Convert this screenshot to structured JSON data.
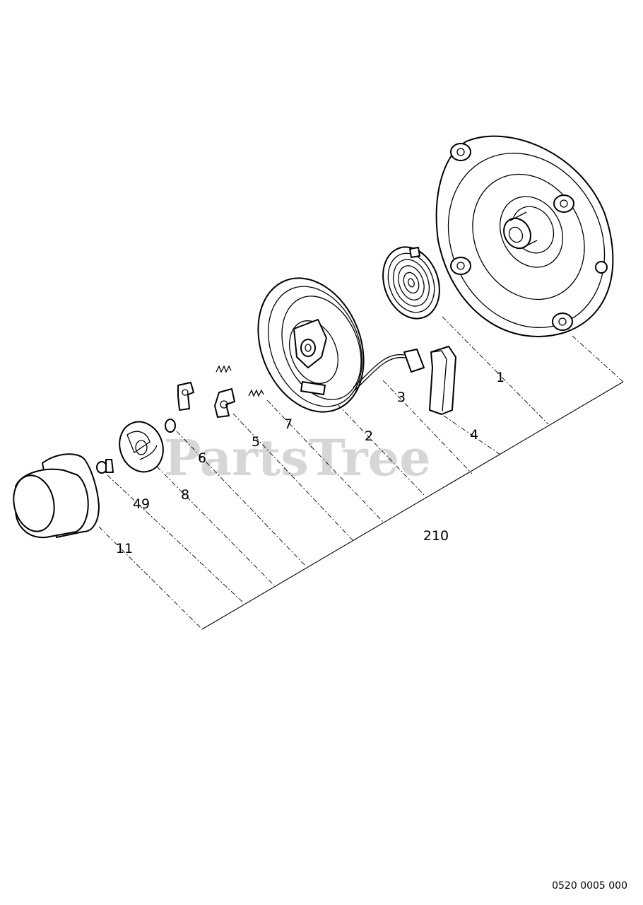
{
  "watermark": "PartsTree",
  "document_number": "0520 0005 000",
  "callouts": {
    "p1": "1",
    "p2": "2",
    "p3": "3",
    "p4": "4",
    "p5": "5",
    "p6": "6",
    "p7": "7",
    "p8": "8",
    "p11": "11",
    "p49": "49",
    "p210": "210"
  }
}
